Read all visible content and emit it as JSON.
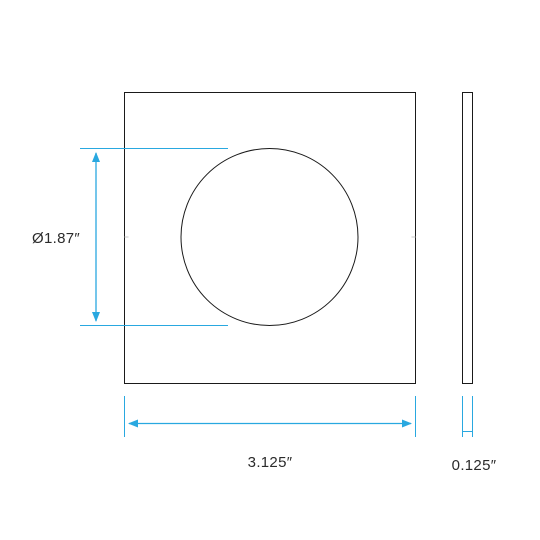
{
  "drawing": {
    "front_view": {
      "hole_diameter_label": "Ø1.87″",
      "width_label": "3.125″"
    },
    "side_view": {
      "thickness_label": "0.125″"
    },
    "colors": {
      "outline": "#1a1a1a",
      "dimension": "#29a8e0",
      "text": "#2b2b2b"
    }
  }
}
